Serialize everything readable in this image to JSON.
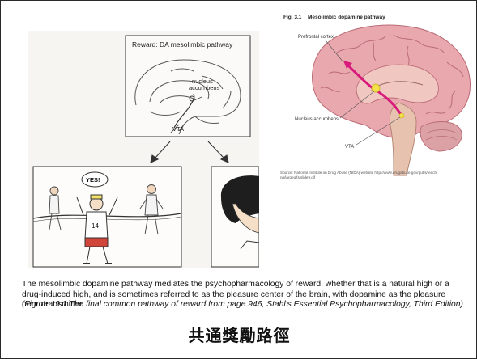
{
  "box_heading": "Reward: DA mesolimbic pathway",
  "label_nucleus": "nucleus\naccumbens",
  "label_vta_left": "VTA",
  "shout": "YES!",
  "runner_bib": "14",
  "fig_label": "Fig. 3.1",
  "fig_title": "Mesolimbic dopamine pathway",
  "label_prefrontal": "Prefrontal cortex",
  "label_accumbens": "Nucleus accumbens",
  "label_vta_right": "VTA",
  "fig_source": "Source: National Institute on Drug Abuse (NIDA) website http://www.drugabuse.gov/pubs/teaching/largegifs/slide9.gif",
  "caption": "The mesolimbic dopamine pathway mediates the psychopharmacology of reward, whether that is a natural high or a drug-induced high, and is sometimes referred to as the pleasure center of the brain, with dopamine as the pleasure neurotransmitter",
  "source_note": "(Figure 19.1 The final common pathway of reward from page 946, Stahl's Essential Psychopharmacology, Third Edition)",
  "slide_title": "共通獎勵路徑",
  "colors": {
    "brain_pink": "#e9a7ae",
    "brain_dark": "#b96b76",
    "pathway_magenta": "#d8187a",
    "pathway_yellow": "#f4e04a",
    "runner_shorts": "#d2453b"
  }
}
